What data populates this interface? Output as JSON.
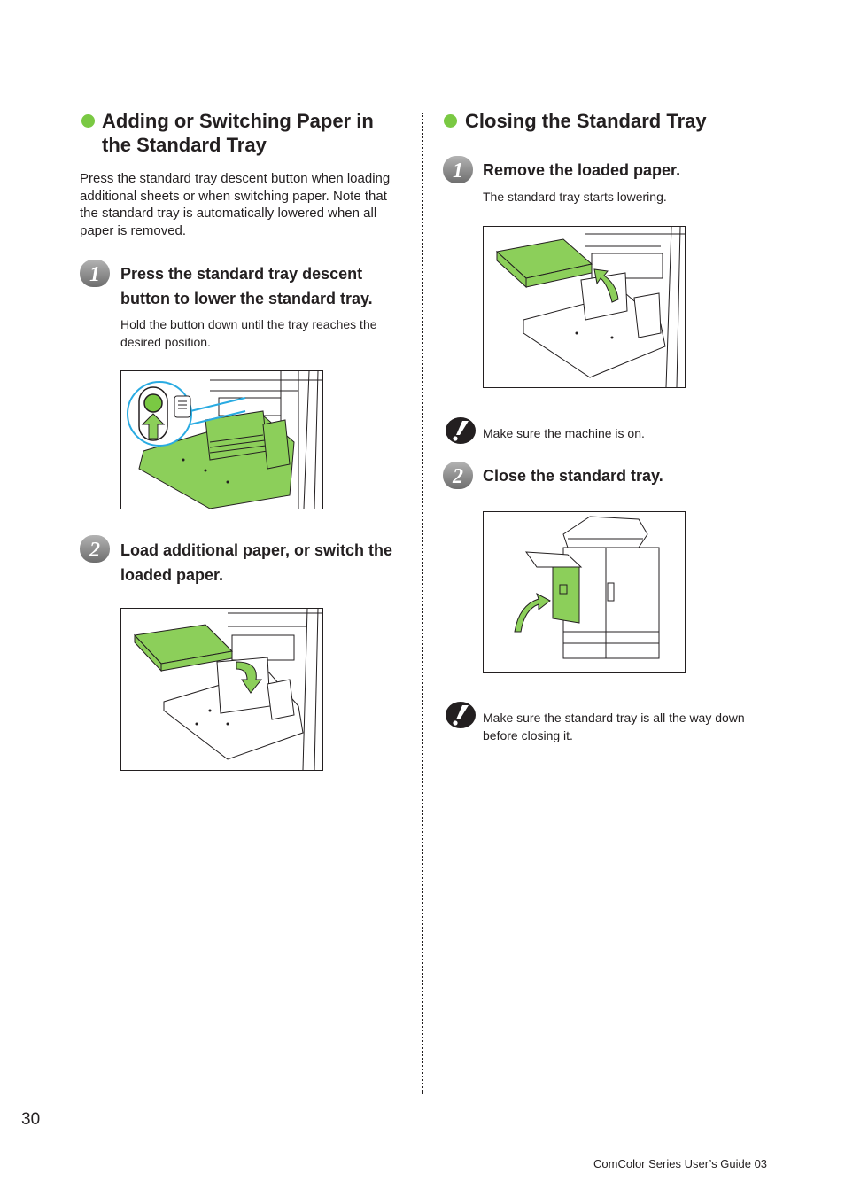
{
  "left_section": {
    "title": "Adding or Switching Paper in the Standard Tray",
    "intro": "Press the standard tray descent button when loading additional sheets or when switching paper. Note that the standard tray is automatically lowered when all paper is removed.",
    "steps": [
      {
        "number": "1",
        "title": "Press the standard tray descent button to lower the standard tray.",
        "note": "Hold the button down until the tray reaches the desired position."
      },
      {
        "number": "2",
        "title": "Load additional paper, or switch the loaded paper.",
        "note": ""
      }
    ]
  },
  "right_section": {
    "title": "Closing the Standard Tray",
    "steps": [
      {
        "number": "1",
        "title": "Remove the loaded paper.",
        "note": "The standard tray starts lowering."
      },
      {
        "number": "2",
        "title": "Close the standard tray.",
        "note": ""
      }
    ],
    "notes": [
      "Make sure the machine is on.",
      "Make sure the standard tray is all the way down before closing it."
    ]
  },
  "page_number": "30",
  "footer": "ComColor Series User’s Guide 03",
  "colors": {
    "accent_green": "#7ac943",
    "paper_green": "#8ccf5a",
    "callout_blue": "#29abe2",
    "badge_gray": "#8a8a8a"
  },
  "icons": [
    "step-badge-icon",
    "caution-icon",
    "tray-descent-button-icon",
    "up-arrow-icon",
    "curved-arrow-icon"
  ]
}
